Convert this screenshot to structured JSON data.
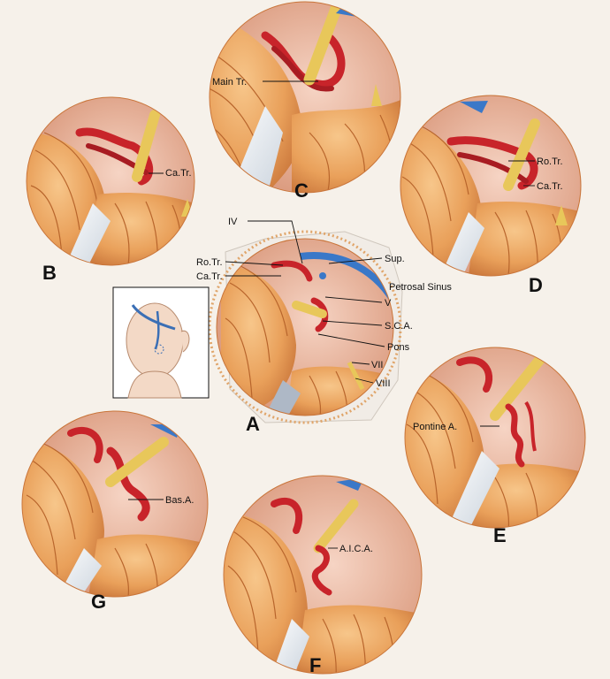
{
  "panels": {
    "A": {
      "letter": "A",
      "labels": {
        "iv": "IV",
        "ro_tr": "Ro.Tr.",
        "ca_tr": "Ca.Tr.",
        "sup": "Sup.",
        "petrosal_sinus": "Petrosal Sinus",
        "v": "V",
        "sca": "S.C.A.",
        "pons": "Pons",
        "vii": "VII",
        "viii": "VIII"
      }
    },
    "B": {
      "letter": "B",
      "labels": {
        "ca_tr": "Ca.Tr."
      }
    },
    "C": {
      "letter": "C",
      "labels": {
        "main_tr": "Main Tr."
      }
    },
    "D": {
      "letter": "D",
      "labels": {
        "ro_tr": "Ro.Tr.",
        "ca_tr": "Ca.Tr."
      }
    },
    "E": {
      "letter": "E",
      "labels": {
        "pontine_a": "Pontine A."
      }
    },
    "F": {
      "letter": "F",
      "labels": {
        "aica": "A.I.C.A."
      }
    },
    "G": {
      "letter": "G",
      "labels": {
        "bas_a": "Bas.A."
      }
    }
  },
  "colors": {
    "background": "#f6f1ea",
    "cerebellum": "#e9a05a",
    "cerebellum_dark": "#c9753a",
    "artery": "#c8242a",
    "nerve": "#e8c75a",
    "sinus": "#3a78c8",
    "retractor": "#e6e9ee",
    "head_outline": "#3b6fb5",
    "label_text": "#111111"
  }
}
